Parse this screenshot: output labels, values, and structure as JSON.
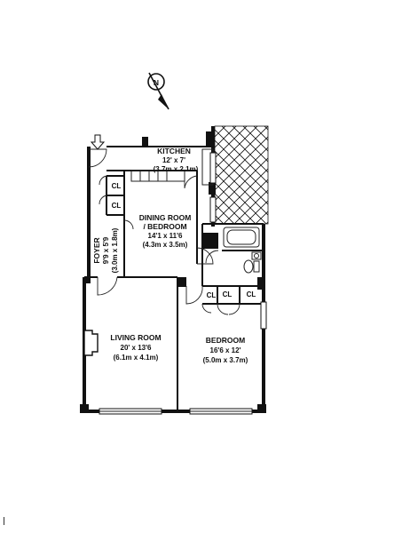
{
  "plan": {
    "compass_letter": "N",
    "rooms": {
      "kitchen": {
        "name": "KITCHEN",
        "imperial": "12' x 7'",
        "metric": "(3.7m x 2.1m)"
      },
      "dining": {
        "name_line1": "DINING ROOM",
        "name_line2": "/ BEDROOM",
        "imperial": "14'1 x 11'6",
        "metric": "(4.3m x 3.5m)"
      },
      "foyer": {
        "name": "FOYER",
        "imperial": "9'9 x 5'9",
        "metric": "(3.0m x 1.8m)"
      },
      "living": {
        "name": "LIVING ROOM",
        "imperial": "20' x 13'6",
        "metric": "(6.1m x 4.1m)"
      },
      "bedroom": {
        "name": "BEDROOM",
        "imperial": "16'6 x 12'",
        "metric": "(5.0m x 3.7m)"
      }
    },
    "closets": [
      "CL",
      "CL",
      "CL",
      "CL"
    ],
    "icons": [
      "compass-icon",
      "entry-arrow-icon",
      "bathtub-icon",
      "toilet-icon",
      "sink-icon",
      "fireplace-icon"
    ]
  }
}
